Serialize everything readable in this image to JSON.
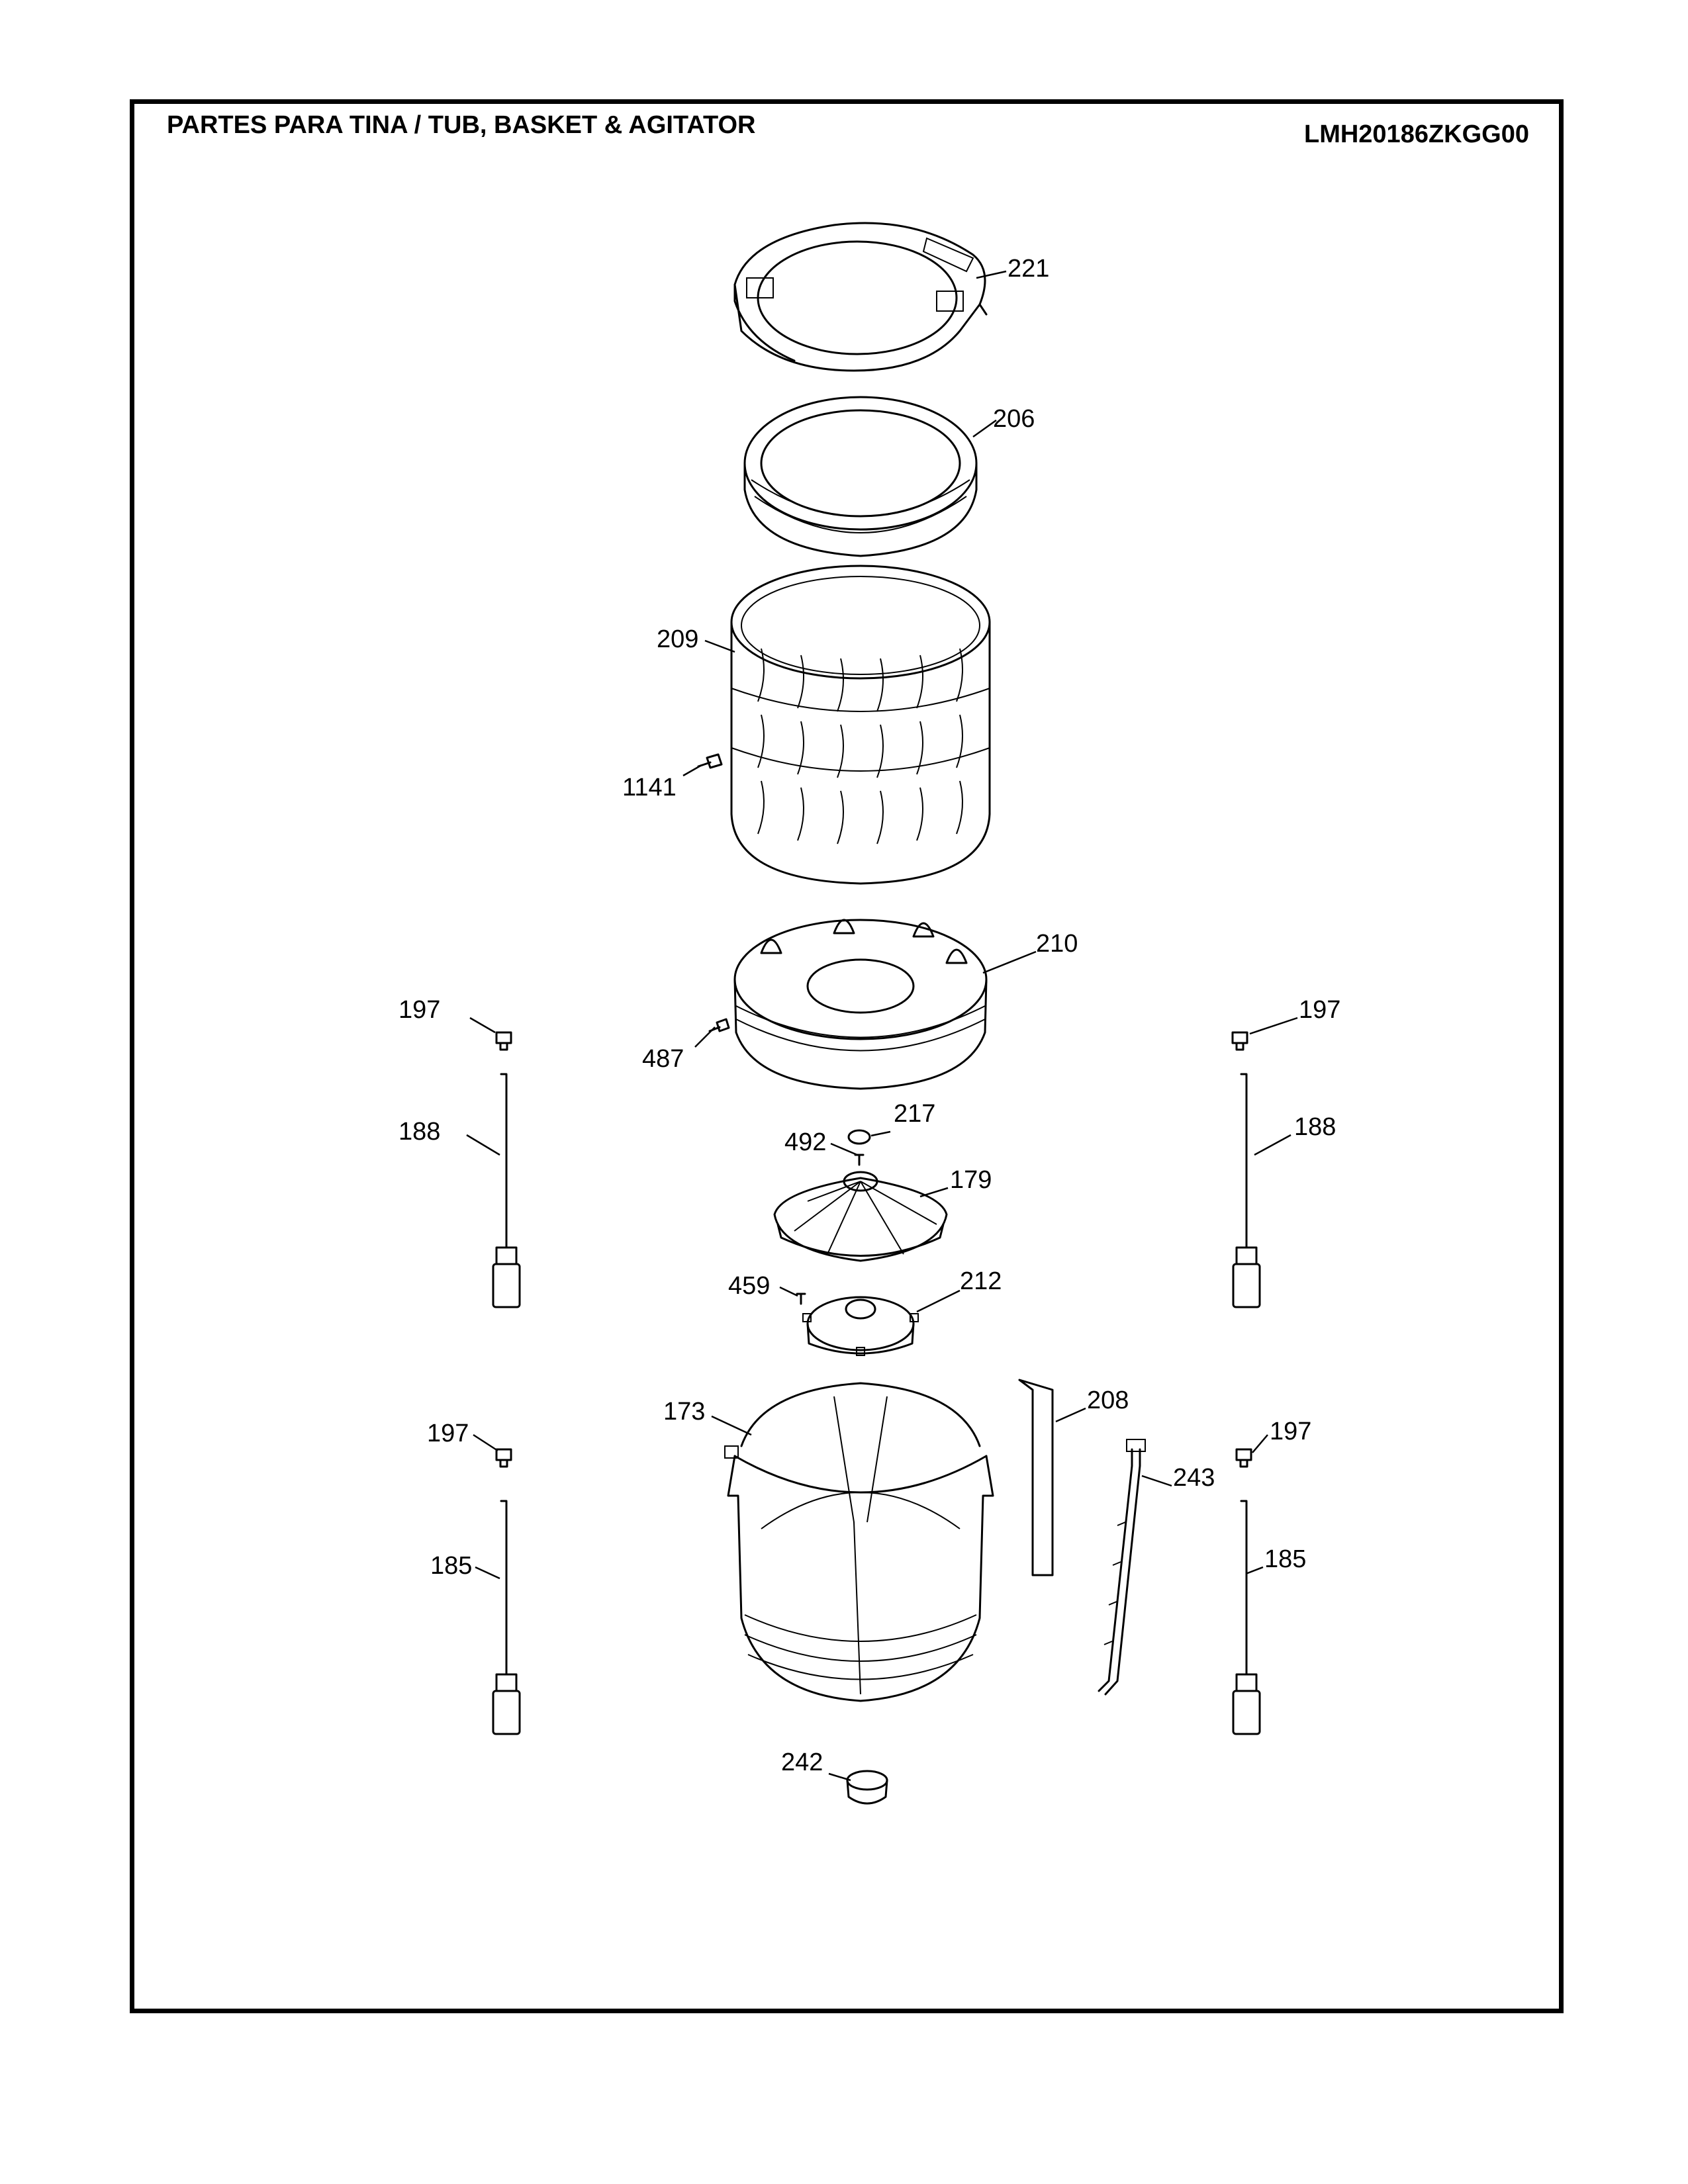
{
  "header": {
    "title": "PARTES PARA TINA  /  TUB, BASKET & AGITATOR",
    "model": "LMH20186ZKGG00"
  },
  "callouts": [
    {
      "id": "c221",
      "label": "221"
    },
    {
      "id": "c206",
      "label": "206"
    },
    {
      "id": "c209",
      "label": "209"
    },
    {
      "id": "c1141",
      "label": "1141"
    },
    {
      "id": "c210",
      "label": "210"
    },
    {
      "id": "c487",
      "label": "487"
    },
    {
      "id": "c197a",
      "label": "197"
    },
    {
      "id": "c197b",
      "label": "197"
    },
    {
      "id": "c188a",
      "label": "188"
    },
    {
      "id": "c188b",
      "label": "188"
    },
    {
      "id": "c217",
      "label": "217"
    },
    {
      "id": "c492",
      "label": "492"
    },
    {
      "id": "c179",
      "label": "179"
    },
    {
      "id": "c459",
      "label": "459"
    },
    {
      "id": "c212",
      "label": "212"
    },
    {
      "id": "c173",
      "label": "173"
    },
    {
      "id": "c208",
      "label": "208"
    },
    {
      "id": "c243",
      "label": "243"
    },
    {
      "id": "c197c",
      "label": "197"
    },
    {
      "id": "c197d",
      "label": "197"
    },
    {
      "id": "c185a",
      "label": "185"
    },
    {
      "id": "c185b",
      "label": "185"
    },
    {
      "id": "c242",
      "label": "242"
    }
  ]
}
